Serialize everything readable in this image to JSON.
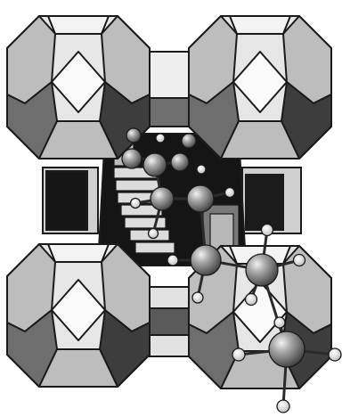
{
  "figure": {
    "palette": {
      "background": "#ffffff",
      "outline": "#1a1a1a",
      "face_light": "#e6e6e6",
      "face_mid": "#bdbdbd",
      "face_dark": "#6e6e6e",
      "face_darker": "#3d3d3d",
      "cavity": "#151515",
      "atom_large_fill": "#8a8a8a",
      "atom_large_highlight": "#f2f2f2",
      "atom_small_fill": "#f4f4f4"
    },
    "cages": [
      {
        "name": "upper-left-cage"
      },
      {
        "name": "upper-right-cage"
      },
      {
        "name": "lower-left-cage"
      },
      {
        "name": "lower-right-cage"
      }
    ],
    "molecule": {
      "heavy_atoms": 10,
      "hydrogen_atoms": 14
    }
  }
}
